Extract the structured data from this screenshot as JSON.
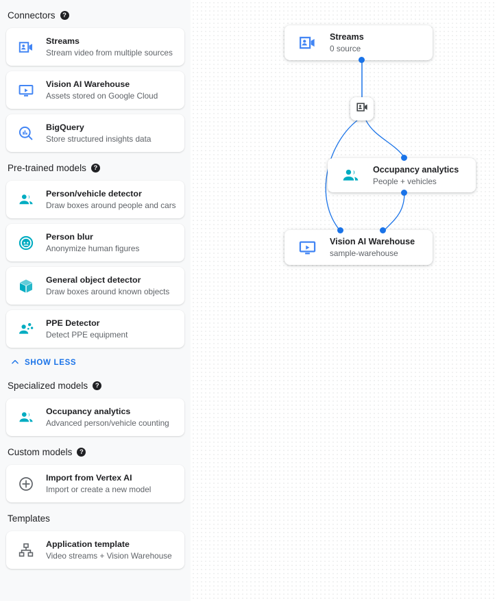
{
  "colors": {
    "connector_icon": "#4285f4",
    "model_icon": "#00acc1",
    "neutral_icon": "#5f6368",
    "accent": "#1a73e8",
    "sidebar_bg": "#f8f9fa",
    "text_primary": "#202124",
    "text_secondary": "#5f6368"
  },
  "sidebar": {
    "sections": [
      {
        "title": "Connectors",
        "help": "?",
        "help_icon": "help-icon",
        "items": [
          {
            "title": "Streams",
            "subtitle": "Stream video from multiple sources",
            "icon": "video-camera-person-icon"
          },
          {
            "title": "Vision AI Warehouse",
            "subtitle": "Assets stored on Google Cloud",
            "icon": "monitor-play-icon"
          },
          {
            "title": "BigQuery",
            "subtitle": "Store structured insights data",
            "icon": "magnifier-bars-icon"
          }
        ]
      },
      {
        "title": "Pre-trained models",
        "help": "?",
        "help_icon": "help-icon",
        "items": [
          {
            "title": "Person/vehicle detector",
            "subtitle": "Draw boxes around people and cars",
            "icon": "people-group-icon"
          },
          {
            "title": "Person blur",
            "subtitle": "Anonymize human figures",
            "icon": "face-blur-icon"
          },
          {
            "title": "General object detector",
            "subtitle": "Draw boxes around known objects",
            "icon": "cube-icon"
          },
          {
            "title": "PPE Detector",
            "subtitle": "Detect PPE equipment",
            "icon": "person-gear-icon"
          }
        ],
        "toggle": {
          "label": "SHOW LESS",
          "icon": "chevron-up-icon"
        }
      },
      {
        "title": "Specialized models",
        "help": "?",
        "help_icon": "help-icon",
        "items": [
          {
            "title": "Occupancy analytics",
            "subtitle": "Advanced person/vehicle counting",
            "icon": "people-group-icon"
          }
        ]
      },
      {
        "title": "Custom models",
        "help": "?",
        "help_icon": "help-icon",
        "items": [
          {
            "title": "Import from Vertex AI",
            "subtitle": "Import or create a new model",
            "icon": "plus-circle-icon"
          }
        ]
      },
      {
        "title": "Templates",
        "help": null,
        "items": [
          {
            "title": "Application template",
            "subtitle": "Video streams + Vision Warehouse",
            "icon": "sitemap-icon"
          }
        ]
      }
    ]
  },
  "canvas": {
    "nodes": [
      {
        "title": "Streams",
        "subtitle": "0 source",
        "icon": "video-camera-person-icon"
      },
      {
        "title": "Occupancy analytics",
        "subtitle": "People + vehicles",
        "icon": "people-group-icon"
      },
      {
        "title": "Vision AI Warehouse",
        "subtitle": "sample-warehouse",
        "icon": "monitor-play-icon"
      }
    ],
    "chip": {
      "icon": "video-camera-person-icon"
    }
  }
}
